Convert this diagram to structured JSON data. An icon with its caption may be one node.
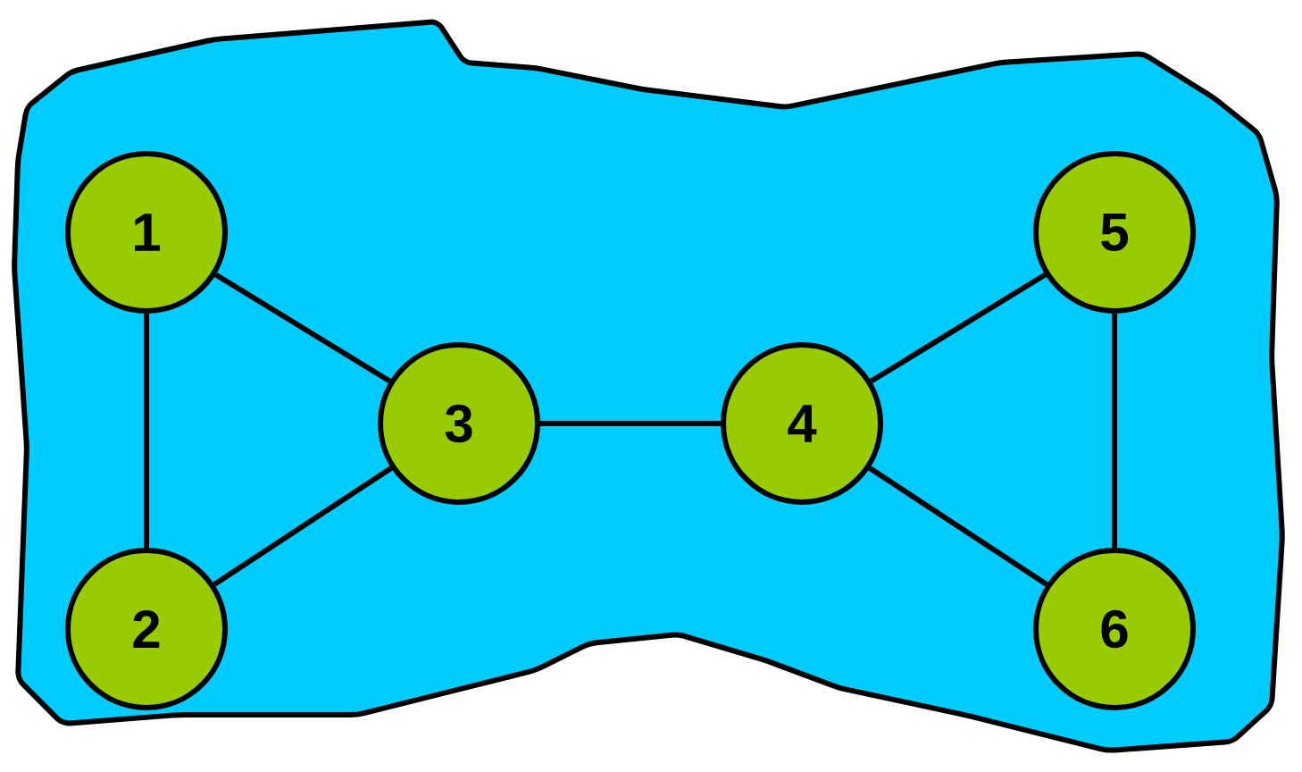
{
  "diagram": {
    "nodes": [
      {
        "text": [],
        "shape": "blob"
      },
      {
        "text": [
          "1"
        ],
        "in": 0
      },
      {
        "text": [
          "2"
        ],
        "in": 0
      },
      {
        "text": [
          "3"
        ],
        "in": 0
      },
      {
        "text": [
          "4"
        ],
        "in": 0
      },
      {
        "text": [
          "5"
        ],
        "in": 0
      },
      {
        "text": [
          "6"
        ],
        "in": 0
      }
    ],
    "edges": [
      {
        "from": 1,
        "to": 2,
        "arrow": "none"
      },
      {
        "from": 1,
        "to": 3,
        "arrow": "none"
      },
      {
        "from": 2,
        "to": 3,
        "arrow": "none"
      },
      {
        "from": 3,
        "to": 4,
        "arrow": "none"
      },
      {
        "from": 4,
        "to": 5,
        "arrow": "none"
      },
      {
        "from": 4,
        "to": 6,
        "arrow": "none"
      },
      {
        "from": 5,
        "to": 6,
        "arrow": "none"
      }
    ]
  }
}
